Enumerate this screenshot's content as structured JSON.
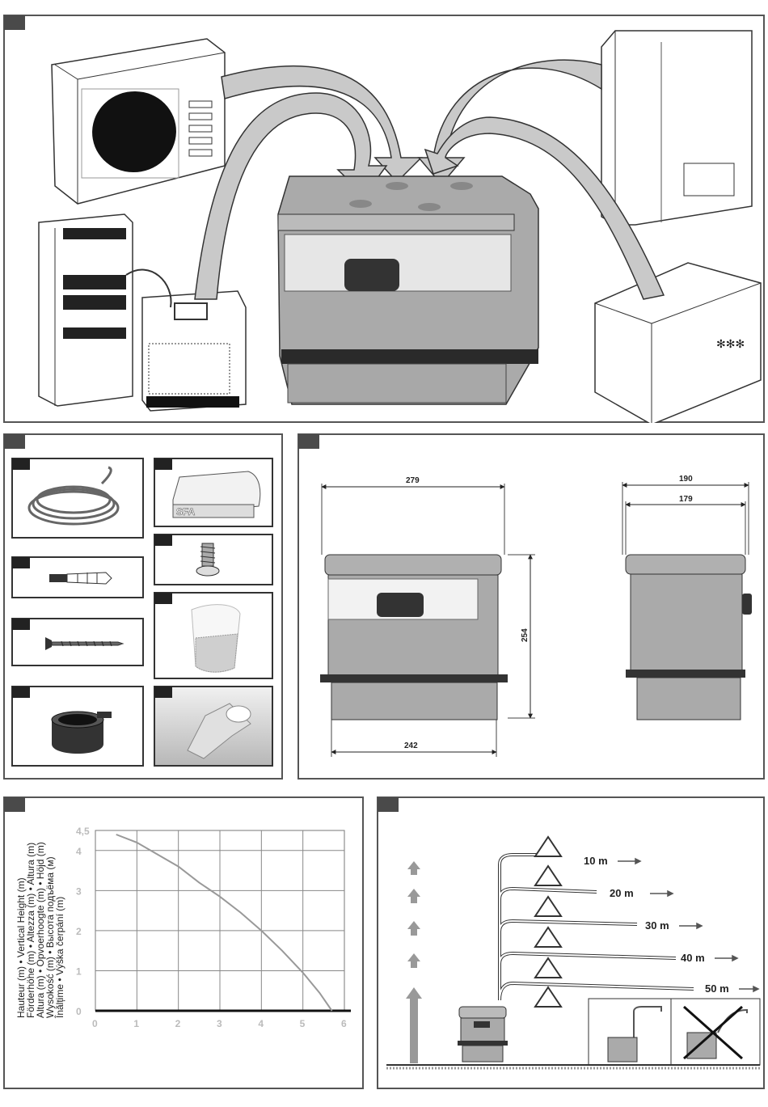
{
  "dimensions": {
    "front_width_top": "279",
    "front_height": "254",
    "front_width_bottom": "242",
    "side_width_outer": "190",
    "side_width_inner": "179"
  },
  "accessories": {
    "brand_label": "SFA"
  },
  "pump_chart": {
    "ylabel_lines": [
      "Hauteur (m) • Vertical Height (m)",
      "Förderhöhe (m) • Altezza (m) • Altura (m)",
      "Altura (m) • Opvoerhoogte (m) • Höjd (m)",
      "Wysokość (m) • Высота подъёма (м)",
      "Înălțime • Výška čerpání (m)"
    ]
  },
  "chart_data": {
    "type": "line",
    "title": "",
    "xlabel": "",
    "ylabel": "Hauteur (m) • Vertical Height (m)",
    "x_ticks": [
      "0",
      "1",
      "2",
      "3",
      "4",
      "5",
      "6"
    ],
    "y_ticks": [
      "0",
      "1",
      "2",
      "3",
      "4",
      "4,5"
    ],
    "xlim": [
      0,
      6
    ],
    "ylim": [
      0,
      4.5
    ],
    "grid": true,
    "series": [
      {
        "x": [
          0.5,
          1,
          1.5,
          2,
          2.5,
          3,
          3.5,
          4,
          4.5,
          5,
          5.4,
          5.7
        ],
        "y": [
          4.4,
          4.2,
          3.9,
          3.6,
          3.2,
          2.85,
          2.45,
          2.0,
          1.5,
          0.95,
          0.45,
          0.0
        ]
      }
    ]
  },
  "distance": {
    "labels": [
      "10 m",
      "20 m",
      "30 m",
      "40 m",
      "50 m"
    ]
  }
}
